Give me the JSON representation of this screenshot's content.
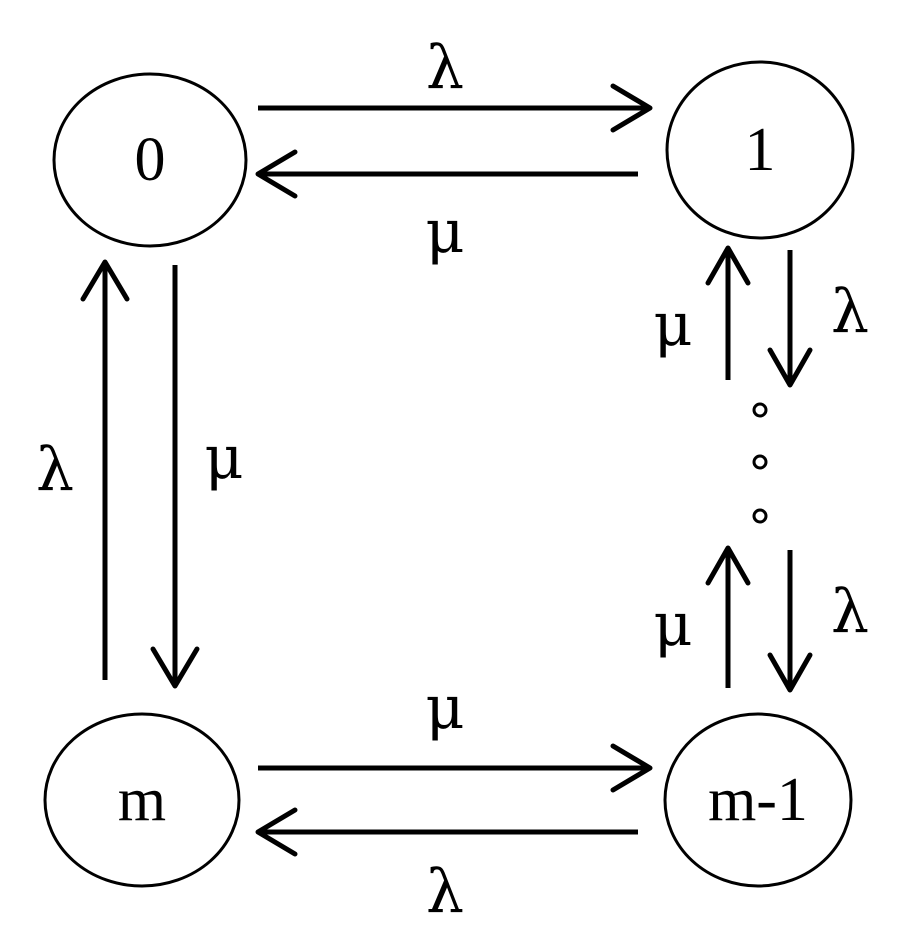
{
  "nodes": {
    "n0": "0",
    "n1": "1",
    "nm": "m",
    "nm1": "m-1"
  },
  "rates": {
    "lambda": "λ",
    "mu": "μ"
  },
  "edges": {
    "e0_1": "λ",
    "e1_0": "μ",
    "em_0": "λ",
    "e0_m": "μ",
    "e1_down": "λ",
    "e_up_1": "μ",
    "e_down_m1": "λ",
    "em1_up": "μ",
    "em_m1": "μ",
    "em1_m": "λ"
  }
}
